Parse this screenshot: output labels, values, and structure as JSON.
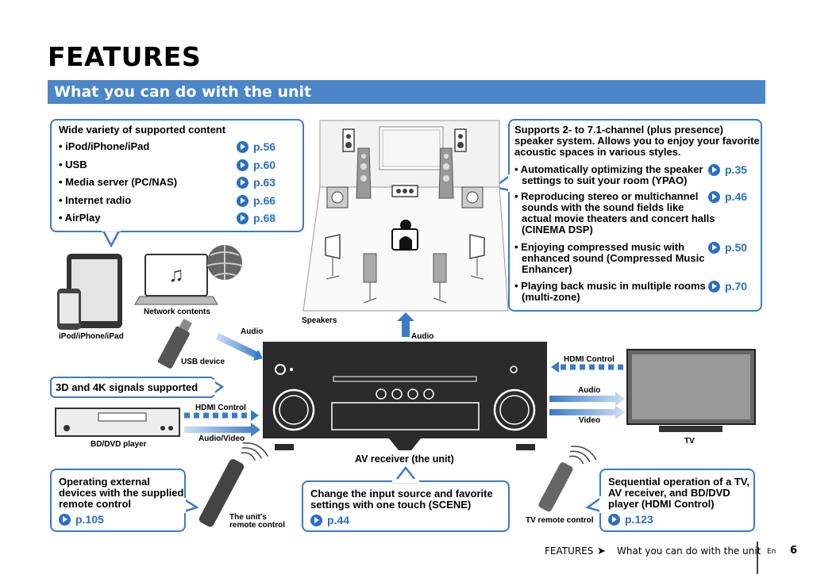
{
  "header": {
    "title": "FEATURES",
    "section": "What you can do with the unit"
  },
  "content_box": {
    "title": "Wide variety of supported content",
    "items": [
      {
        "label": "• iPod/iPhone/iPad",
        "ref": "p.56"
      },
      {
        "label": "• USB",
        "ref": "p.60"
      },
      {
        "label": "• Media server (PC/NAS)",
        "ref": "p.63"
      },
      {
        "label": "• Internet radio",
        "ref": "p.66"
      },
      {
        "label": "• AirPlay",
        "ref": "p.68"
      }
    ]
  },
  "speaker_box": {
    "title1": "Supports 2- to 7.1-channel (plus presence)",
    "title2": "speaker system. Allows you to enjoy your favorite",
    "title3": "acoustic spaces in various styles.",
    "items": [
      {
        "l1": "• Automatically optimizing the speaker",
        "l2": "settings to suit your room (YPAO)",
        "l3": "",
        "l4": "",
        "ref": "p.35"
      },
      {
        "l1": "• Reproducing stereo or multichannel",
        "l2": "sounds with the sound fields like",
        "l3": "actual movie theaters and concert halls",
        "l4": "(CINEMA DSP)",
        "ref": "p.46"
      },
      {
        "l1": "• Enjoying compressed music with",
        "l2": "enhanced sound (Compressed Music",
        "l3": "Enhancer)",
        "l4": "",
        "ref": "p.50"
      },
      {
        "l1": "• Playing back music in multiple rooms",
        "l2": "(multi-zone)",
        "l3": "",
        "l4": "",
        "ref": "p.70"
      }
    ]
  },
  "signals_box": {
    "title": "3D and 4K signals supported"
  },
  "external_box": {
    "l1": "Operating external",
    "l2": "devices with the supplied",
    "l3": "remote control",
    "ref": "p.105"
  },
  "scene_box": {
    "l1": "Change the input source and favorite",
    "l2": "settings with one touch (SCENE)",
    "ref": "p.44"
  },
  "hdmi_box": {
    "l1": "Sequential operation of a TV,",
    "l2": "AV receiver, and BD/DVD",
    "l3": "player (HDMI Control)",
    "ref": "p.123"
  },
  "labels": {
    "ipod": "iPod/iPhone/iPad",
    "network": "Network contents",
    "usb": "USB device",
    "audio_usb": "Audio",
    "speakers": "Speakers",
    "audio_up": "Audio",
    "hdmi_tv": "HDMI Control",
    "audio_tv": "Audio",
    "video_tv": "Video",
    "tv": "TV",
    "hdmi_bd": "HDMI Control",
    "audio_video_bd": "Audio/Video",
    "bd": "BD/DVD player",
    "receiver": "AV receiver (the unit)",
    "remote1": "The unit's",
    "remote2": "remote control",
    "tv_remote": "TV remote control"
  },
  "footer": {
    "section": "FEATURES",
    "sub": "What you can do with the unit",
    "lang": "En",
    "page": "6"
  },
  "colors": {
    "accent": "#3a7bc8",
    "band": "#4a86c8",
    "link": "#2a6fc2",
    "dark": "#2b2b2b"
  }
}
